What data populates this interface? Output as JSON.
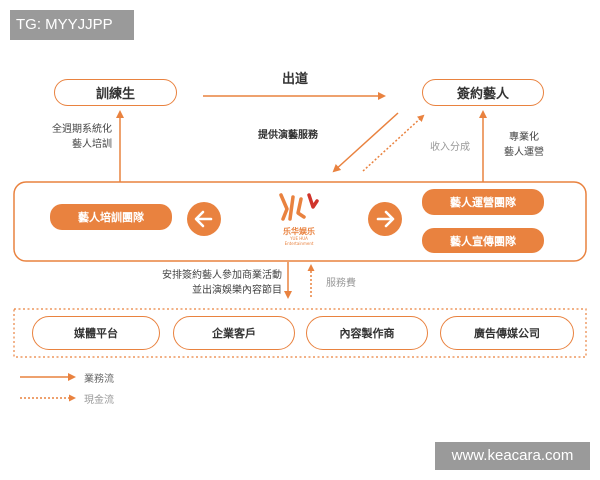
{
  "tag": "TG: MYYJJPP",
  "watermark": "www.keacara.com",
  "nodes": {
    "trainee": "訓練生",
    "signed_artist": "簽約藝人",
    "training_team": "藝人培訓團隊",
    "operation_team": "藝人運營團隊",
    "promotion_team": "藝人宣傳團隊",
    "media_platform": "媒體平台",
    "enterprise_client": "企業客戶",
    "content_producer": "內容製作商",
    "ad_agency": "廣告傳媒公司"
  },
  "labels": {
    "debut": "出道",
    "provide_services": "提供演藝服務",
    "revenue_share": "收入分成",
    "fulltime_training_line1": "全週期系統化",
    "fulltime_training_line2": "藝人培訓",
    "professional_line1": "專業化",
    "professional_line2": "藝人運營",
    "arrange_line1": "安排簽約藝人參加商業活動",
    "arrange_line2": "並出演娛樂內容節目",
    "service_fee": "服務費"
  },
  "logo": {
    "chinese": "乐华娱乐",
    "english_line1": "YUE HUA",
    "english_line2": "Entertainment"
  },
  "legend": {
    "business_flow": "業務流",
    "cash_flow": "現金流"
  },
  "colors": {
    "accent": "#e9823f"
  }
}
